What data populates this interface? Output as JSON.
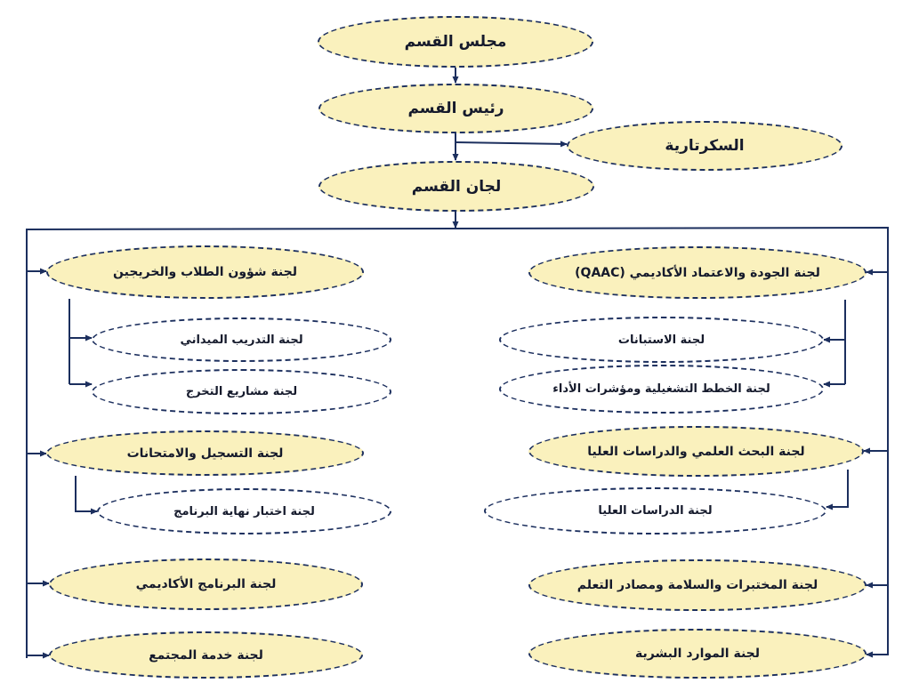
{
  "chart": {
    "council": "مجلس القسم",
    "head": "رئيس القسم",
    "secretariat": "السكرتارية",
    "committees": "لجان القسم",
    "right_column": {
      "quality": "لجنة الجودة والاعتماد الأكاديمي  (QAAC)",
      "surveys": "لجنة الاستبانات",
      "plans_kpis": "لجنة الخطط التشغيلية ومؤشرات الأداء",
      "research_grad": "لجنة البحث العلمي والدراسات العليا",
      "grad_studies": "لجنة الدراسات العليا",
      "labs_safety": "لجنة المختبرات والسلامة ومصادر التعلم",
      "hr": "لجنة الموارد البشرية"
    },
    "left_column": {
      "students_alumni": "لجنة شؤون الطلاب والخريجين",
      "field_training": "لجنة التدريب الميداني",
      "graduation_projects": "لجنة مشاريع التخرج",
      "registration_exams": "لجنة التسجيل والامتحانات",
      "end_program_exam": "لجنة اختبار نهاية البرنامج",
      "academic_program": "لجنة البرنامج الأكاديمي",
      "community_service": "لجنة خدمة المجتمع"
    }
  },
  "colors": {
    "line": "#1c2f5e",
    "box_fill": "#faf1bd",
    "sub_fill": "#ffffff",
    "text": "#151a2c"
  }
}
